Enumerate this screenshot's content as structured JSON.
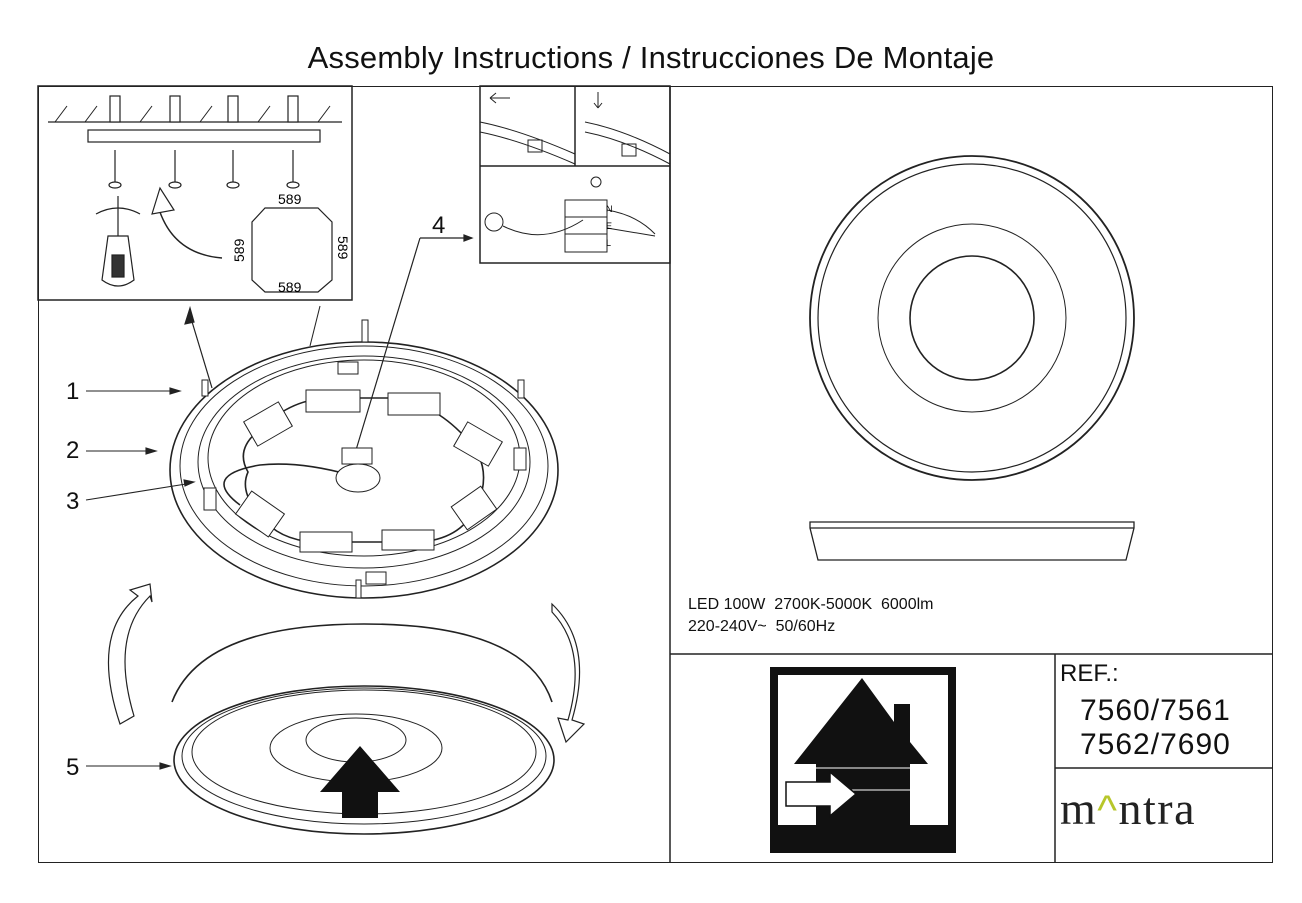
{
  "header": {
    "title": "Assembly Instructions / Instrucciones De Montaje"
  },
  "callouts": [
    "1",
    "2",
    "3",
    "4",
    "5"
  ],
  "dimensions": {
    "top": "589",
    "bottom": "589",
    "left": "589",
    "right": "589"
  },
  "wiring_labels": {
    "n": "N",
    "e": "E",
    "l": "L"
  },
  "specs": {
    "line1": "LED 100W  2700K-5000K  6000lm",
    "line2": "220-240V~  50/60Hz"
  },
  "reference": {
    "label": "REF.:",
    "line1": "7560/7561",
    "line2": "7562/7690"
  },
  "brand": {
    "prefix": "m",
    "mark": "^",
    "suffix": "ntra"
  },
  "icons": [
    "indoor-use-house-icon",
    "screwdriver-icon",
    "rotate-arrows-icon",
    "up-arrow-icon"
  ]
}
